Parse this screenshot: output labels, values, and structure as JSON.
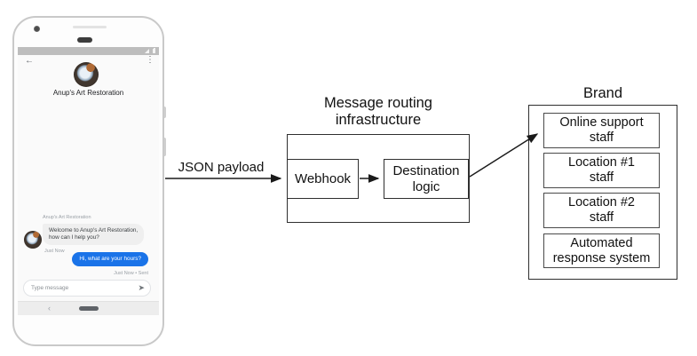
{
  "colors": {
    "accent_blue": "#1a73e8",
    "incoming_bubble": "#efefef",
    "status_bar": "#bdbdbd",
    "diagram_stroke": "#1a1a1a"
  },
  "phone": {
    "header": {
      "back_icon": "←",
      "overflow_icon": "⋮",
      "title": "Anup's Art Restoration"
    },
    "chat": {
      "sender_label": "Anup's Art Restoration",
      "incoming": {
        "line1": "Welcome to Anup's Art Restoration,",
        "line2": "how can I help you?",
        "timestamp": "Just Now"
      },
      "outgoing": {
        "text": "Hi, what are your hours?",
        "status": "Just Now • Sent"
      }
    },
    "composer": {
      "placeholder": "Type message",
      "send_icon": "➤"
    },
    "navbar": {
      "back_icon": "‹"
    }
  },
  "diagram": {
    "payload_arrow_label": "JSON payload",
    "routing": {
      "title_line1": "Message routing",
      "title_line2": "infrastructure",
      "webhook_label": "Webhook",
      "destination_line1": "Destination",
      "destination_line2": "logic"
    },
    "brand": {
      "title": "Brand",
      "boxes": [
        {
          "line1": "Online support",
          "line2": "staff"
        },
        {
          "line1": "Location #1",
          "line2": "staff"
        },
        {
          "line1": "Location #2",
          "line2": "staff"
        },
        {
          "line1": "Automated",
          "line2": "response system"
        }
      ]
    }
  }
}
